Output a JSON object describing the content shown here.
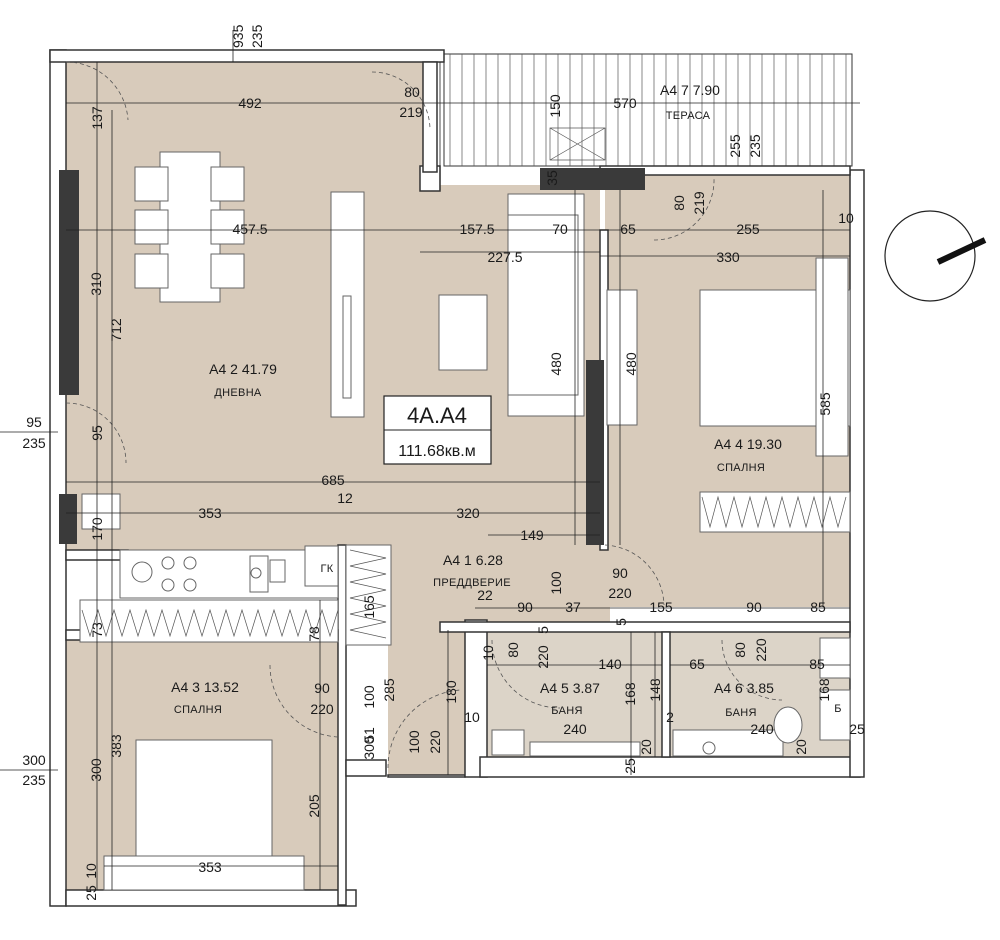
{
  "apartment": {
    "code": "4A.A4",
    "area": "111.68кв.м"
  },
  "rooms": [
    {
      "id": "living",
      "number": "А4 2 41.79",
      "name": "ДНЕВНА"
    },
    {
      "id": "terrace",
      "number": "А4 7 7.90",
      "name": "ТЕРАСА"
    },
    {
      "id": "bedroom1",
      "number": "А4 4 19.30",
      "name": "СПАЛНЯ"
    },
    {
      "id": "hall",
      "number": "А4 1    6.28",
      "name": "ПРЕДДВЕРИЕ"
    },
    {
      "id": "bedroom2",
      "number": "А4 3 13.52",
      "name": "СПАЛНЯ"
    },
    {
      "id": "bath1",
      "number": "А4 5 3.87",
      "name": "БАНЯ"
    },
    {
      "id": "bath2",
      "number": "А4 6 3.85",
      "name": "БАНЯ"
    }
  ],
  "dimensions": {
    "d935": "935",
    "d235a": "235",
    "d492": "492",
    "d80a": "80",
    "d219a": "219",
    "d150": "150",
    "d570": "570",
    "d137": "137",
    "d255a": "255",
    "d235b": "235",
    "d35": "35",
    "d80b": "80",
    "d219b": "219",
    "d10a": "10",
    "d457": "457.5",
    "d157": "157.5",
    "d70": "70",
    "d65a": "65",
    "d255b": "255",
    "d227": "227.5",
    "d330": "330",
    "d310": "310",
    "d712": "712",
    "d480a": "480",
    "d480b": "480",
    "d585": "585",
    "d95a": "95",
    "d235c": "235",
    "d95b": "95",
    "d685": "685",
    "d12a": "12",
    "d353a": "353",
    "d320": "320",
    "d170": "170",
    "d149": "149",
    "d100a": "100",
    "d90a": "90",
    "d220a": "220",
    "d22": "22",
    "d90b": "90",
    "d37": "37",
    "d155": "155",
    "d90c": "90",
    "d85a": "85",
    "d165": "165",
    "d73": "73",
    "d78": "78",
    "d5a": "5",
    "d220b": "220",
    "d5b": "5",
    "d10b": "10",
    "d80c": "80",
    "d140": "140",
    "d65b": "65",
    "d80d": "80",
    "d220c": "220",
    "d85b": "85",
    "d90d": "90",
    "d220d": "220",
    "d100b": "100",
    "d285": "285",
    "d180": "180",
    "d168a": "168",
    "d148": "148",
    "d168b": "168",
    "d51": "51",
    "d10c": "10",
    "d2": "2",
    "d240a": "240",
    "d240b": "240",
    "d300a": "300",
    "d100c": "100",
    "d220e": "220",
    "d20a": "20",
    "d25a": "25",
    "d20b": "20",
    "d25b": "25",
    "d300b": "300",
    "d235d": "235",
    "d383": "383",
    "d205": "205",
    "d353b": "353",
    "d25c": "25",
    "d10d": "10"
  },
  "appliance_labels": {
    "fridge": "ГК",
    "shower": "Б"
  }
}
